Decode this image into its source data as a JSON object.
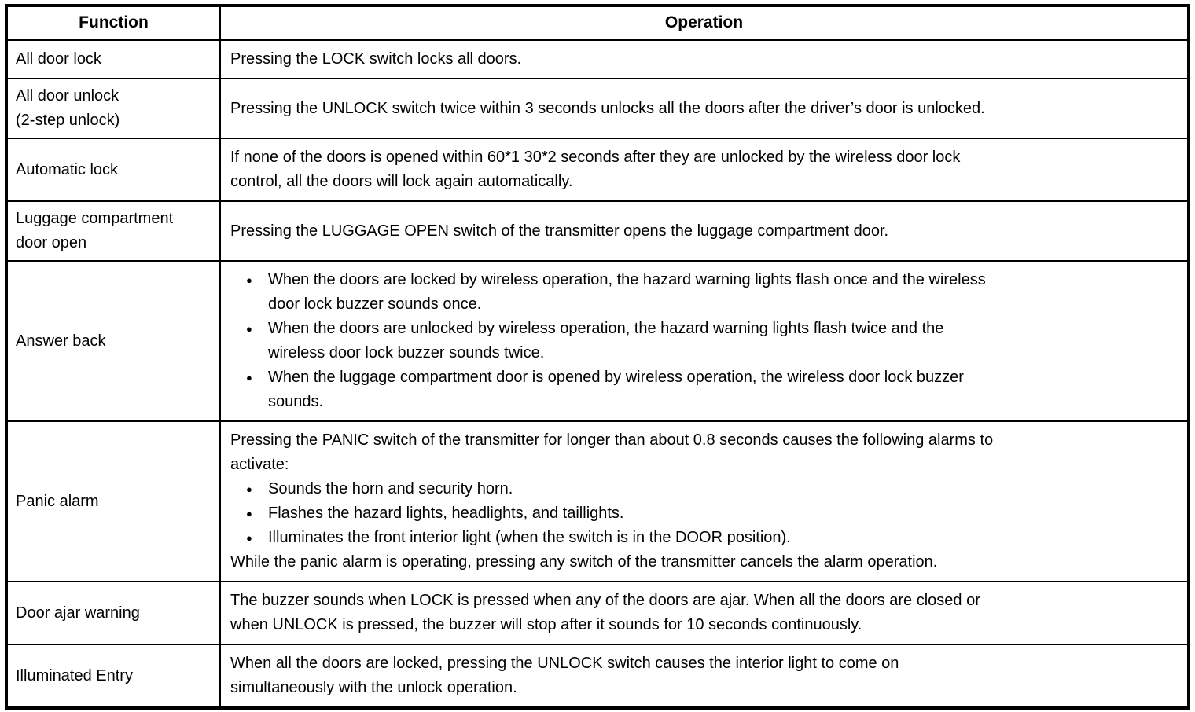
{
  "table": {
    "bullet_glyph": "●",
    "headers": {
      "function": "Function",
      "operation": "Operation"
    },
    "rows": [
      {
        "function": "All door lock",
        "operation": [
          {
            "type": "p",
            "text": "Pressing the LOCK switch locks all doors."
          }
        ]
      },
      {
        "function": "All door unlock\n(2-step unlock)",
        "operation": [
          {
            "type": "p",
            "text": "Pressing the UNLOCK switch twice within 3 seconds unlocks all the doors after the driver’s door is unlocked."
          }
        ]
      },
      {
        "function": "Automatic lock",
        "operation": [
          {
            "type": "p",
            "text": "If none of the doors is opened within 60*1 30*2 seconds after they are unlocked by the wireless door lock\ncontrol, all the doors will lock again automatically."
          }
        ]
      },
      {
        "function": "Luggage compartment\ndoor open",
        "operation": [
          {
            "type": "p",
            "text": "Pressing the LUGGAGE OPEN switch of the transmitter opens the luggage compartment door."
          }
        ]
      },
      {
        "function": "Answer back",
        "operation": [
          {
            "type": "bullets",
            "items": [
              "When the doors are locked by wireless operation, the hazard warning lights flash once and the wireless\ndoor lock buzzer sounds once.",
              "When the doors are unlocked by wireless operation, the hazard warning lights flash twice and the\nwireless door lock buzzer sounds twice.",
              "When the luggage compartment door is opened by wireless operation, the wireless door lock buzzer\nsounds."
            ]
          }
        ]
      },
      {
        "function": "Panic alarm",
        "operation": [
          {
            "type": "p",
            "text": "Pressing the PANIC switch of the transmitter for longer than about 0.8 seconds causes the following alarms to\nactivate:"
          },
          {
            "type": "bullets",
            "items": [
              "Sounds the horn and security horn.",
              "Flashes the hazard lights, headlights, and taillights.",
              "Illuminates the front interior light (when the switch is in the DOOR position)."
            ]
          },
          {
            "type": "p",
            "text": "While the panic alarm is operating, pressing any switch of the transmitter cancels the alarm operation."
          }
        ]
      },
      {
        "function": "Door ajar warning",
        "operation": [
          {
            "type": "p",
            "text": "The buzzer sounds when LOCK is pressed when any of the doors are ajar. When all the doors are closed or\nwhen UNLOCK is pressed, the buzzer will stop after it sounds for 10 seconds continuously."
          }
        ]
      },
      {
        "function": "Illuminated Entry",
        "operation": [
          {
            "type": "p",
            "text": "When all the doors are locked, pressing the UNLOCK switch causes the interior light to come on\nsimultaneously with the unlock operation."
          }
        ]
      }
    ]
  }
}
